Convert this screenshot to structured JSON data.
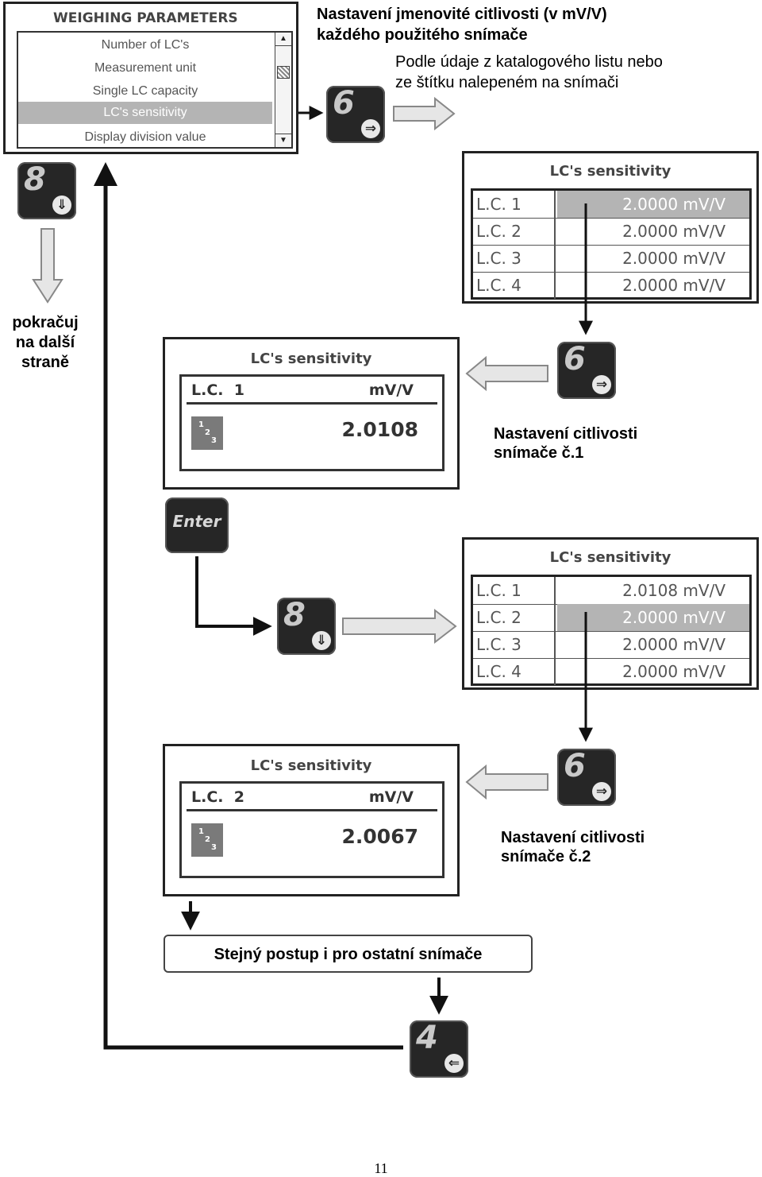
{
  "weighing_menu": {
    "title": "WEIGHING PARAMETERS",
    "items": [
      "Number of LC's",
      "Measurement unit",
      "Single LC capacity",
      "LC's sensitivity",
      "Display division value"
    ],
    "selected_index": 3
  },
  "header": {
    "caption_line1": "Nastavení jmenovité citlivosti (v mV/V)",
    "caption_line2": "každého použitého snímače",
    "note_line1": "Podle údaje z katalogového listu nebo",
    "note_line2": "ze štítku nalepeném na snímači"
  },
  "keys": {
    "key6": {
      "num": "6",
      "sym": "⇒"
    },
    "key8": {
      "num": "8",
      "sym": "⇓"
    },
    "key4": {
      "num": "4",
      "sym": "⇐"
    },
    "enter": "Enter"
  },
  "continue_note": {
    "line1": "pokračuj",
    "line2": "na další",
    "line3": "straně"
  },
  "table1": {
    "title": "LC's sensitivity",
    "rows": [
      {
        "label": "L.C. 1",
        "value": "2.0000 mV/V"
      },
      {
        "label": "L.C. 2",
        "value": "2.0000 mV/V"
      },
      {
        "label": "L.C. 3",
        "value": "2.0000 mV/V"
      },
      {
        "label": "L.C. 4",
        "value": "2.0000 mV/V"
      }
    ]
  },
  "edit1": {
    "title": "LC's sensitivity",
    "lc": "L.C.  1",
    "unit": "mV/V",
    "value": "2.0108",
    "numpad": "123"
  },
  "caption1": {
    "line1": "Nastavení citlivosti",
    "line2": "snímače č.1"
  },
  "table2": {
    "title": "LC's sensitivity",
    "rows": [
      {
        "label": "L.C. 1",
        "value": "2.0108 mV/V"
      },
      {
        "label": "L.C. 2",
        "value": "2.0000 mV/V"
      },
      {
        "label": "L.C. 3",
        "value": "2.0000 mV/V"
      },
      {
        "label": "L.C. 4",
        "value": "2.0000 mV/V"
      }
    ]
  },
  "edit2": {
    "title": "LC's sensitivity",
    "lc": "L.C.  2",
    "unit": "mV/V",
    "value": "2.0067",
    "numpad": "123"
  },
  "caption2": {
    "line1": "Nastavení citlivosti",
    "line2": "snímače č.2"
  },
  "same_procedure": "Stejný postup i pro ostatní snímače",
  "page_number": "11"
}
